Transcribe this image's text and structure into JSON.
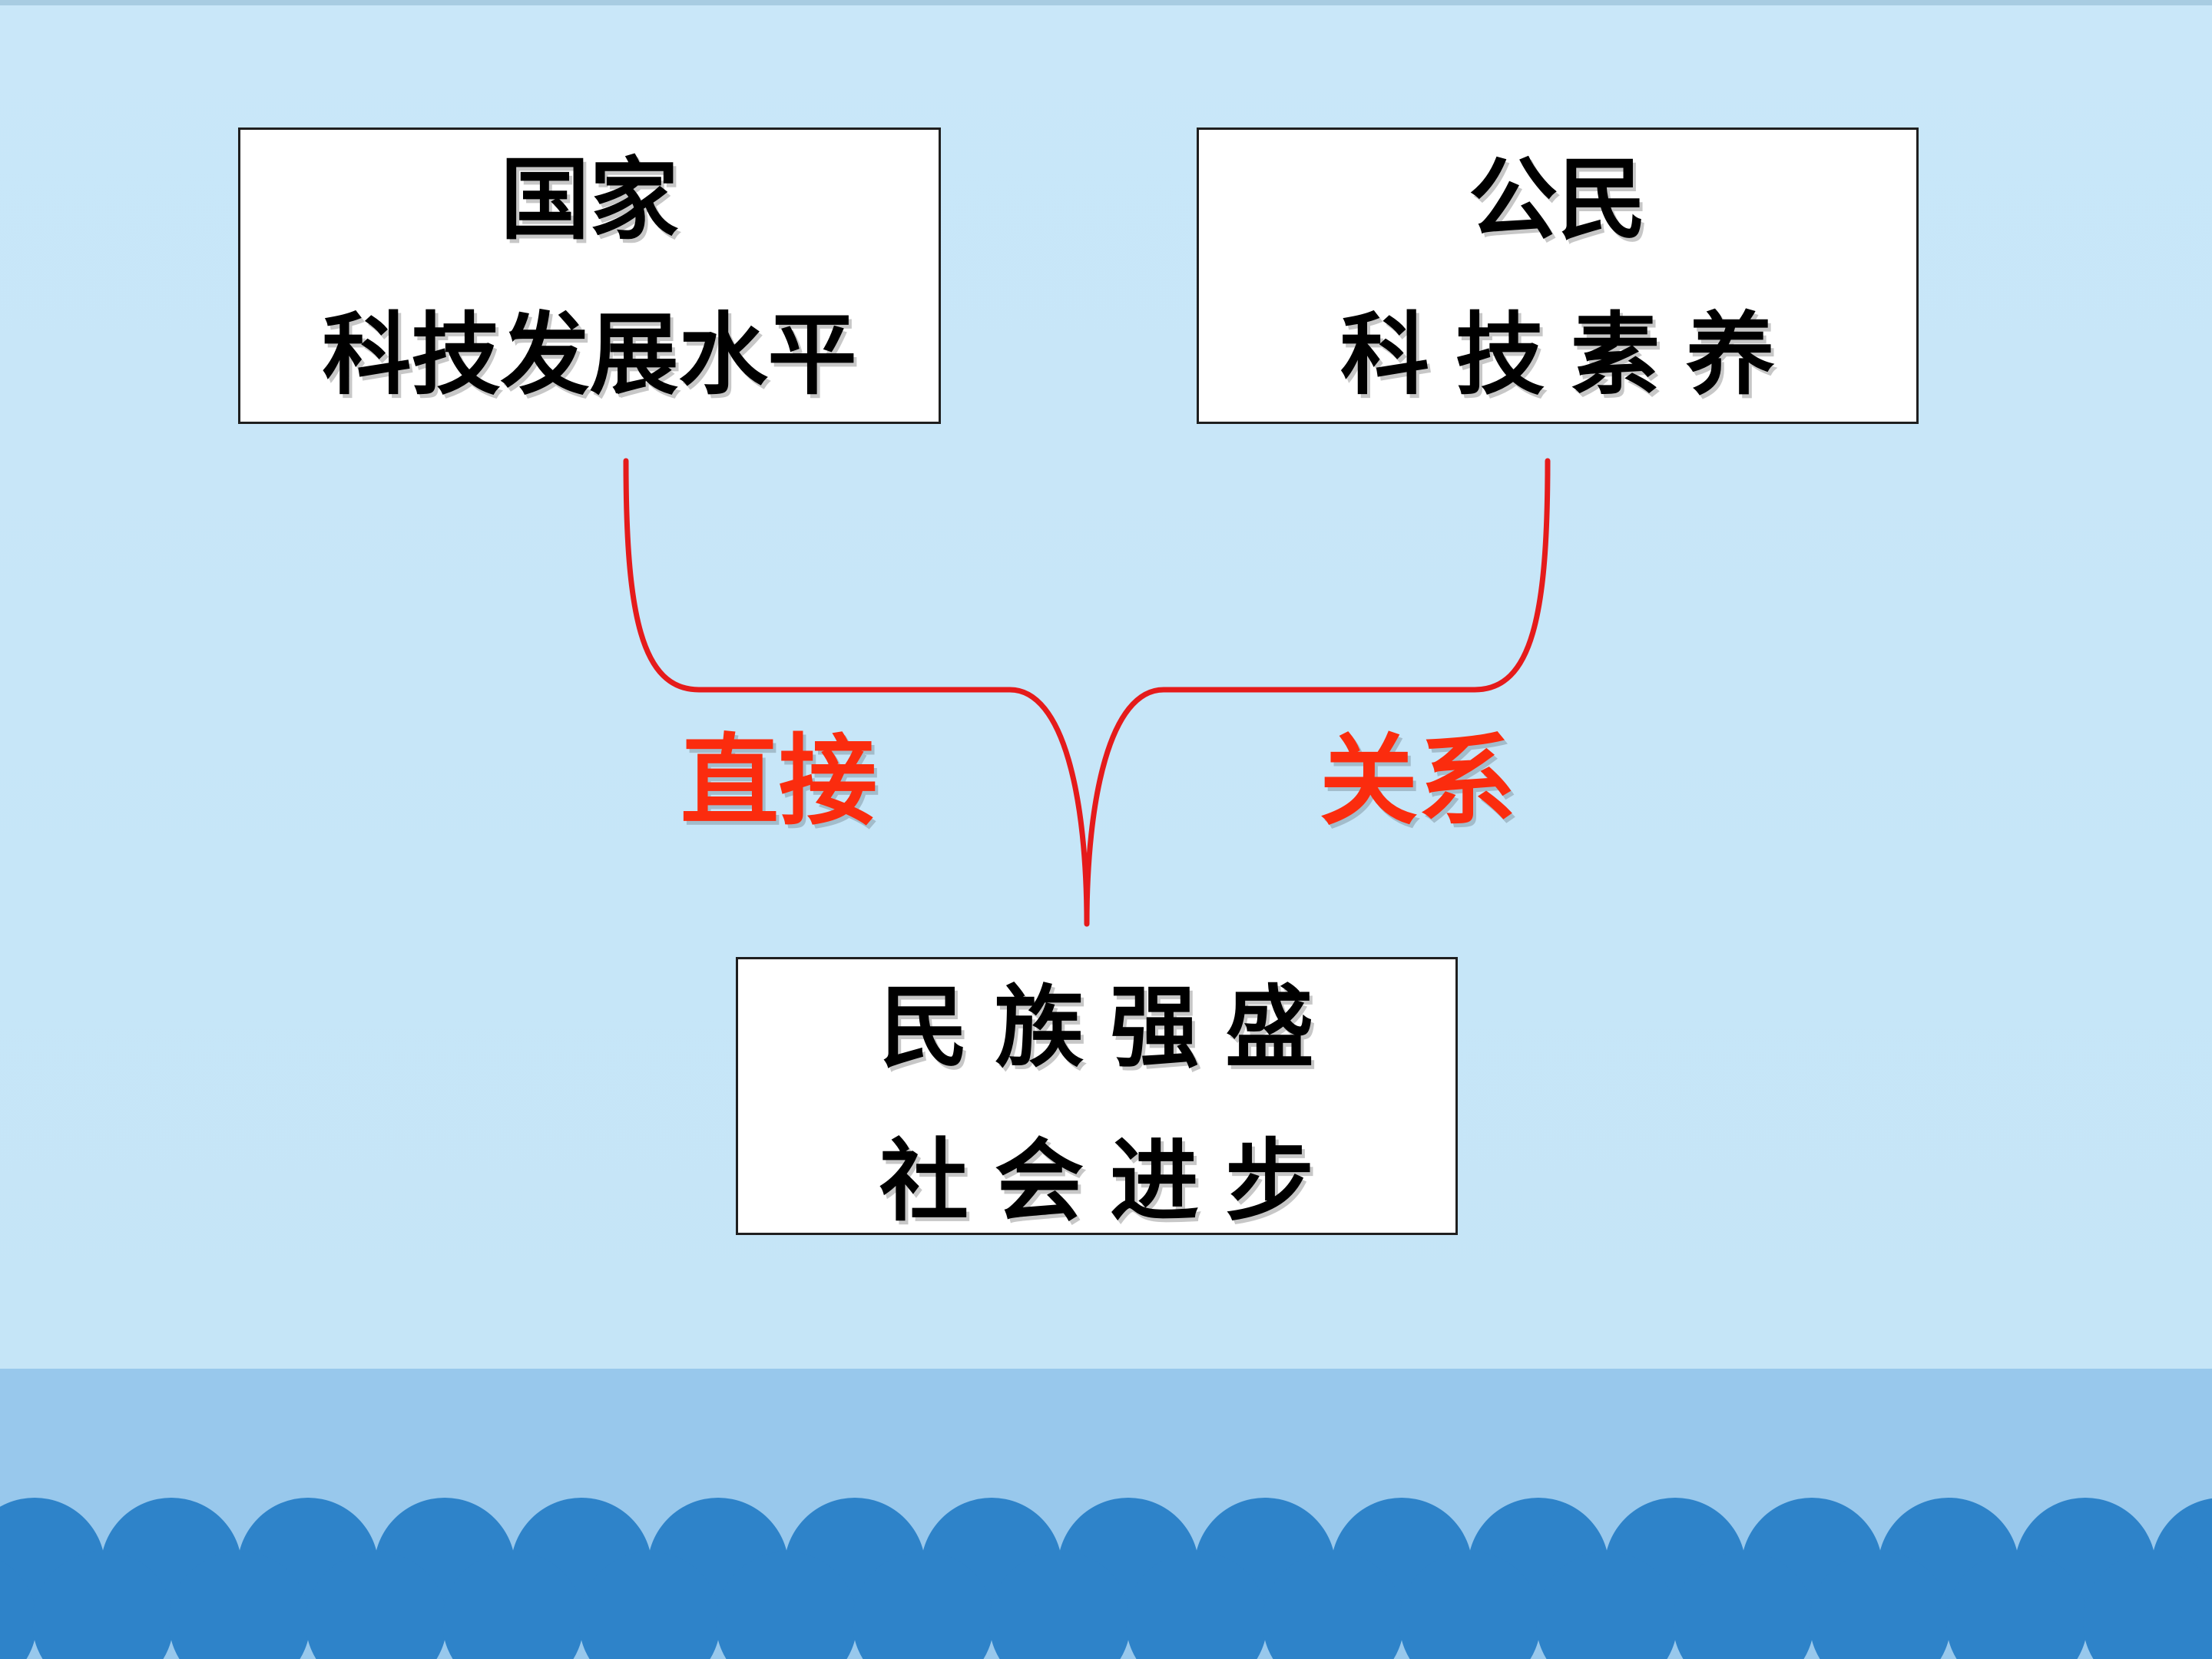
{
  "slide": {
    "background_color": "#c6e6f8",
    "accent_color": "#fb2c0e",
    "wave_color": "#2e83c9",
    "wave_band_color": "#98c8ec"
  },
  "diagram": {
    "country": {
      "title": "国家",
      "subtitle": "科技发展水平"
    },
    "citizen": {
      "title": "公民",
      "subtitle": "科技素养"
    },
    "result": {
      "line1": "民族强盛",
      "line2": "社会进步"
    },
    "relation": {
      "left": "直接",
      "right": "关系"
    }
  }
}
